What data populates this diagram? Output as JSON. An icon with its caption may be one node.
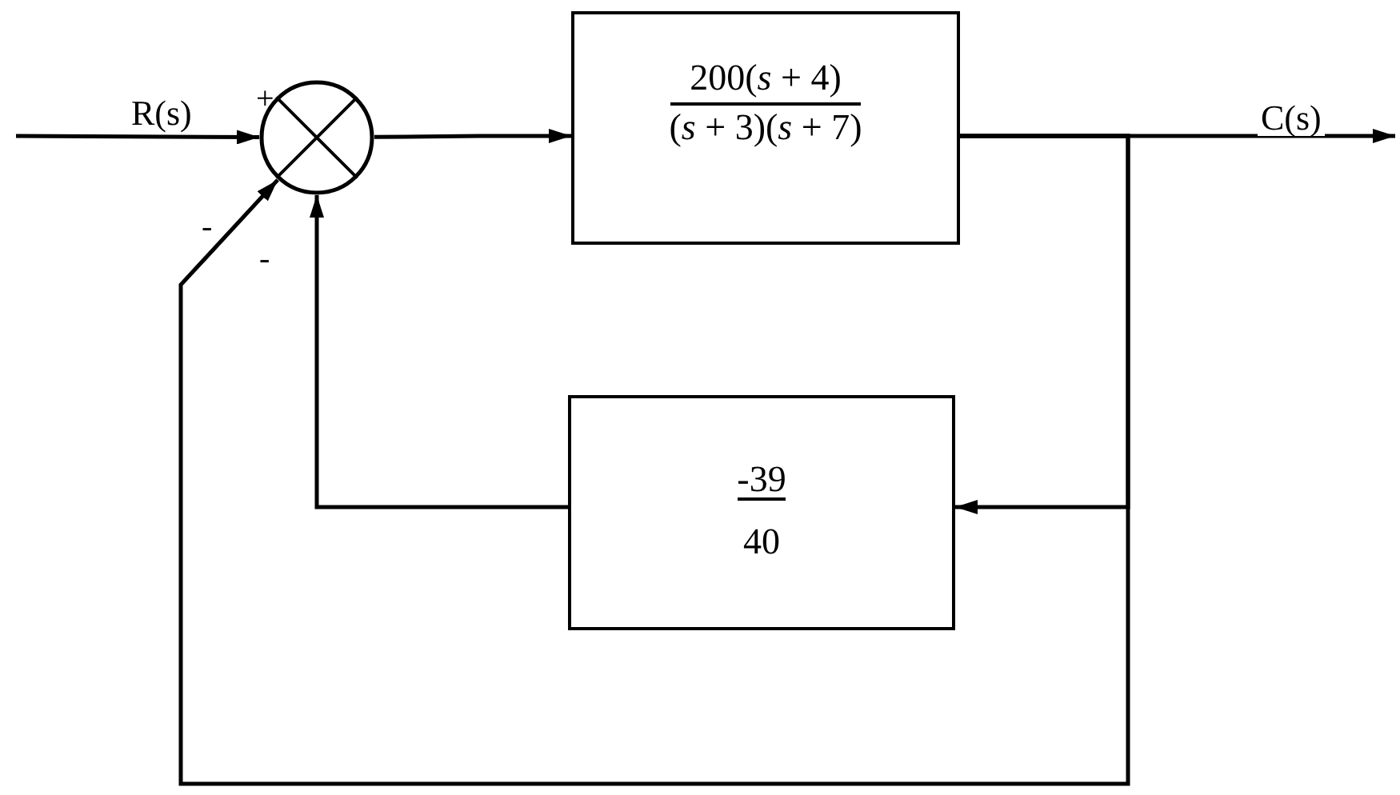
{
  "diagram": {
    "nodes": [
      {
        "text": [],
        "shape": "circle"
      },
      {
        "text": [
          "200(*s* + 4)",
          "(*s* + 3)(*s* + 7)"
        ]
      },
      {
        "text": [
          "-39",
          "40"
        ]
      }
    ],
    "edges": [
      {
        "from": null,
        "to": 0,
        "arrow": "to",
        "label": "R(s)"
      },
      {
        "from": 0,
        "to": 1,
        "arrow": "to"
      },
      {
        "from": 1,
        "to": null,
        "arrow": "to",
        "label": "C(s)"
      },
      {
        "from": 1,
        "to": 2,
        "arrow": "to"
      },
      {
        "from": 2,
        "to": 0,
        "arrow": "to"
      },
      {
        "from": 1,
        "to": 0,
        "arrow": "to"
      }
    ],
    "labels": [
      "+",
      "-",
      "-"
    ]
  }
}
